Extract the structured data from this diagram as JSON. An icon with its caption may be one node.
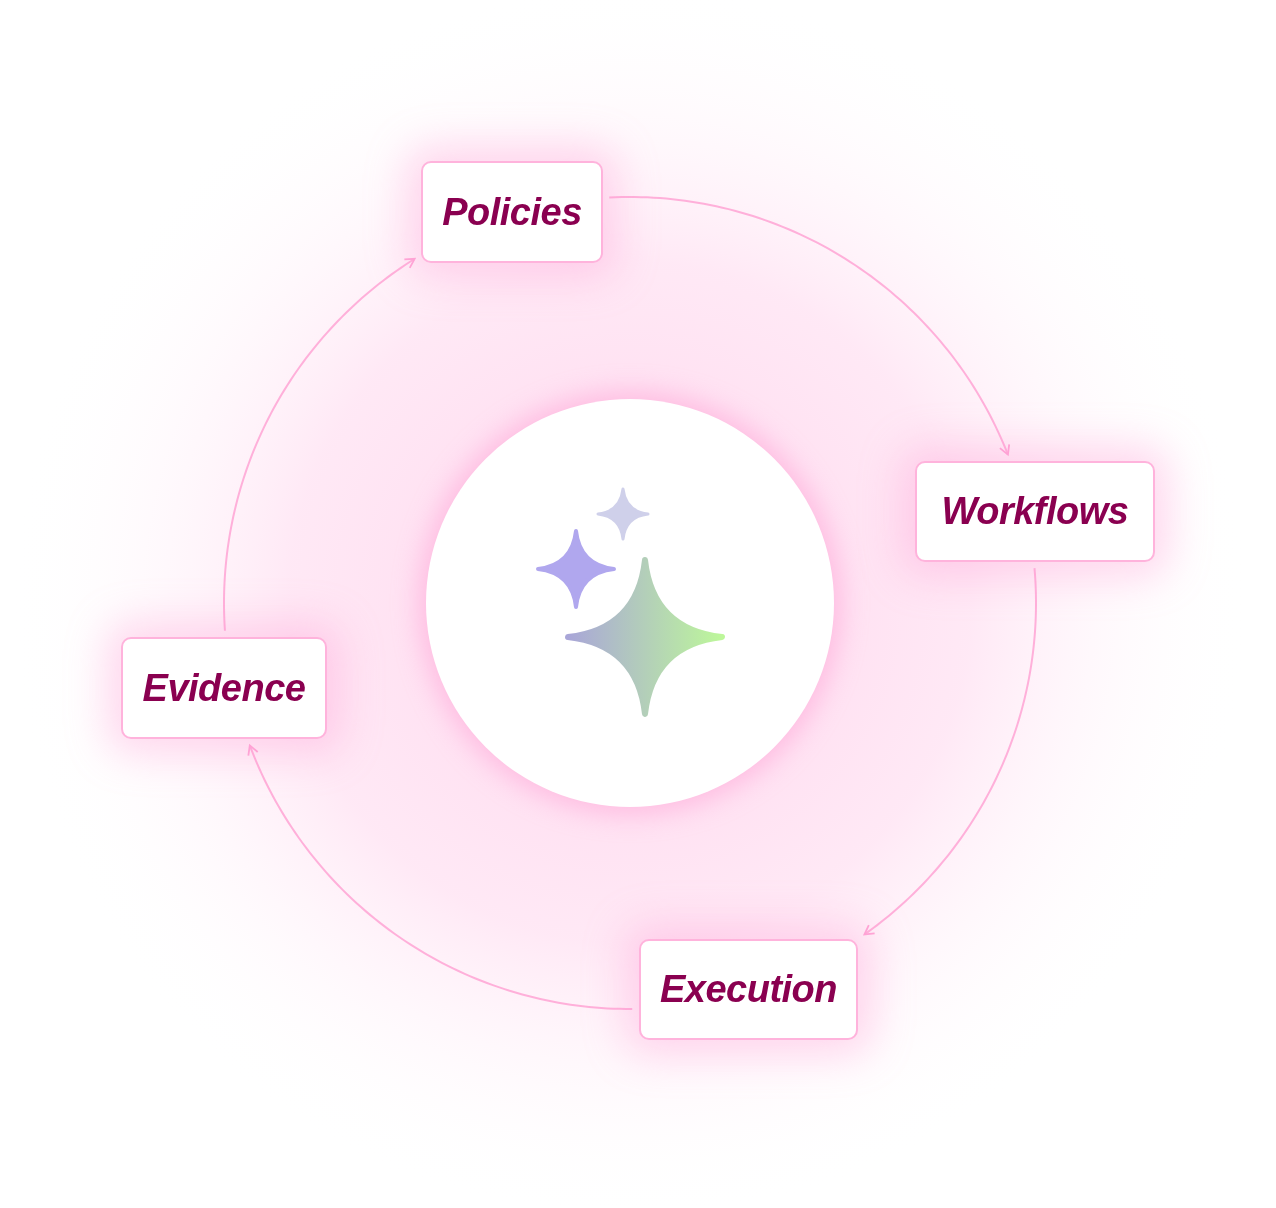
{
  "diagram": {
    "nodes": [
      {
        "text": [
          "Policies"
        ]
      },
      {
        "text": [
          "Workflows"
        ]
      },
      {
        "text": [
          "Execution"
        ]
      },
      {
        "text": [
          "Evidence"
        ]
      }
    ],
    "edges": [
      {
        "from": 0,
        "to": 1,
        "arrow": "to"
      },
      {
        "from": 1,
        "to": 2,
        "arrow": "to"
      },
      {
        "from": 2,
        "to": 3,
        "arrow": "to"
      },
      {
        "from": 3,
        "to": 0,
        "arrow": "to"
      }
    ]
  }
}
